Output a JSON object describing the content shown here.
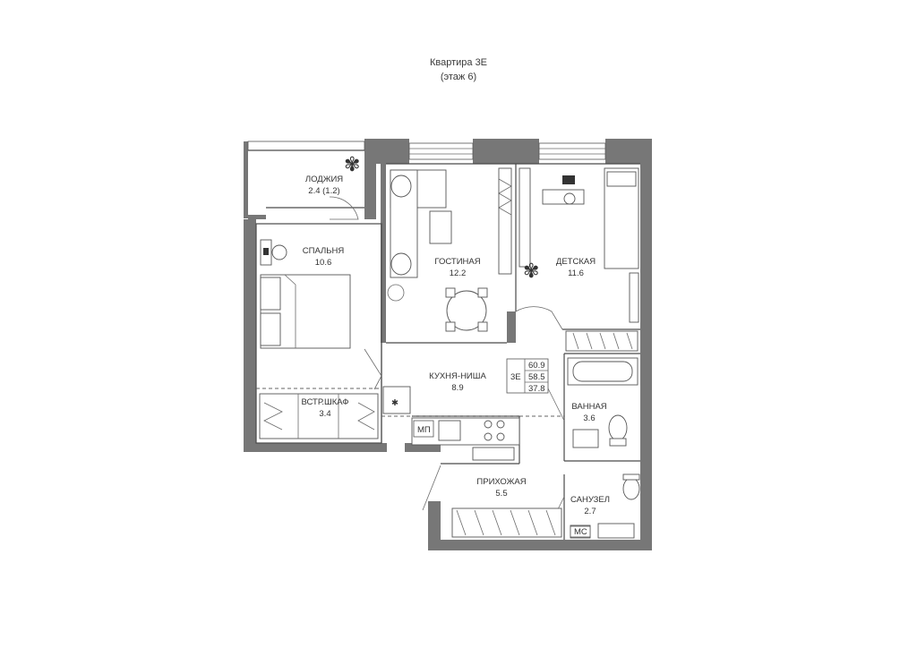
{
  "header": {
    "title": "Квартира 3Е",
    "subtitle": "(этаж 6)"
  },
  "rooms": {
    "loggia": {
      "name": "ЛОДЖИЯ",
      "area": "2.4 (1.2)"
    },
    "bedroom": {
      "name": "СПАЛЬНЯ",
      "area": "10.6"
    },
    "living": {
      "name": "ГОСТИНАЯ",
      "area": "12.2"
    },
    "kids": {
      "name": "ДЕТСКАЯ",
      "area": "11.6"
    },
    "kitchen": {
      "name": "КУХНЯ-НИША",
      "area": "8.9"
    },
    "closet": {
      "name": "ВСТР.ШКАФ",
      "area": "3.4"
    },
    "bathroom": {
      "name": "ВАННАЯ",
      "area": "3.6"
    },
    "hallway": {
      "name": "ПРИХОЖАЯ",
      "area": "5.5"
    },
    "wc": {
      "name": "САНУЗЕЛ",
      "area": "2.7"
    }
  },
  "summary": {
    "code": "3Е",
    "total": "60.9",
    "general": "58.5",
    "living": "37.8"
  },
  "markers": {
    "mp": "МП",
    "mc": "МС"
  },
  "colors": {
    "wall": "#777777",
    "line": "#4a4a4a",
    "accent_plant": "#333333"
  }
}
